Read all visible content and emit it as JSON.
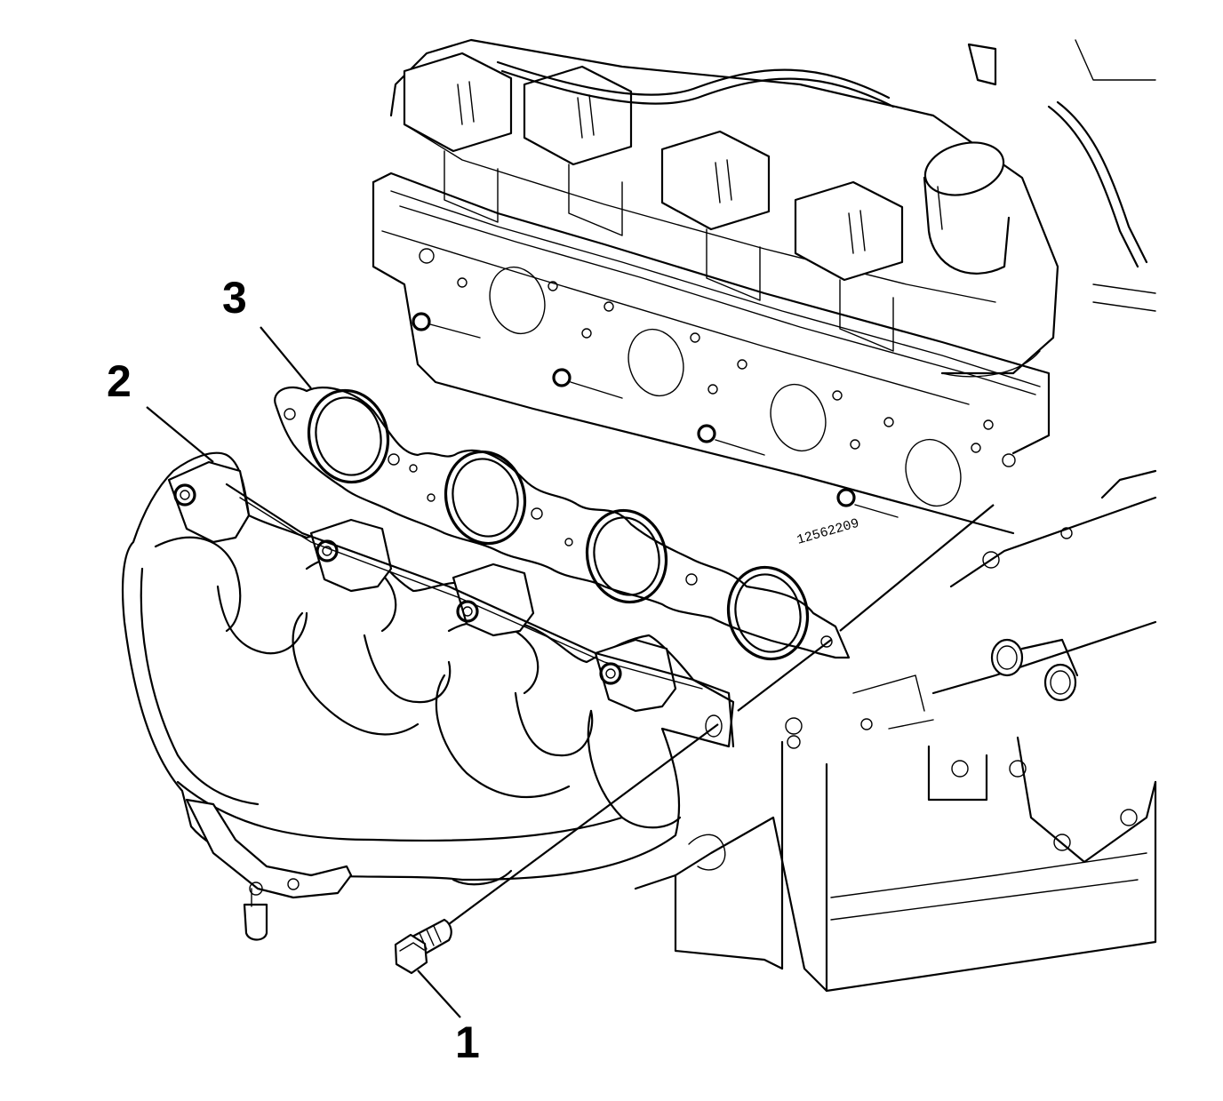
{
  "figure": {
    "callouts": [
      {
        "id": "1",
        "label": "1"
      },
      {
        "id": "2",
        "label": "2"
      },
      {
        "id": "3",
        "label": "3"
      }
    ],
    "part_stamp": "12562209"
  }
}
